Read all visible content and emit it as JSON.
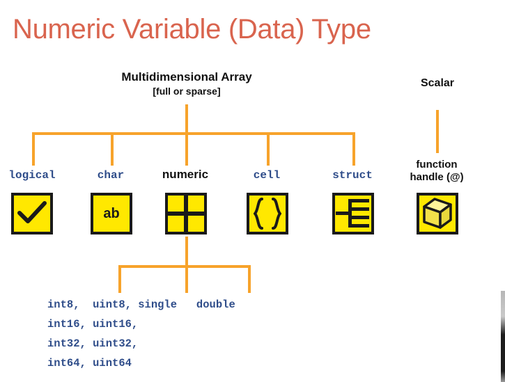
{
  "title": "Numeric Variable (Data) Type",
  "colors": {
    "title": "#d9644e",
    "connector": "#f7a32b",
    "icon_fill": "#ffe800",
    "icon_stroke": "#1a1a1a",
    "code_text": "#2f4d8a",
    "heading_text": "#111111"
  },
  "root": {
    "title": "Multidimensional Array",
    "subtitle": "[full or sparse]"
  },
  "scalar": {
    "title": "Scalar"
  },
  "types": [
    {
      "label": "logical",
      "icon": "checkmark-icon",
      "style": "code"
    },
    {
      "label": "char",
      "icon": "ab-text-icon",
      "style": "code"
    },
    {
      "label": "numeric",
      "icon": "matrix-grid-icon",
      "style": "emphasis"
    },
    {
      "label": "cell",
      "icon": "curly-braces-icon",
      "style": "code"
    },
    {
      "label": "struct",
      "icon": "struct-tree-icon",
      "style": "code"
    }
  ],
  "function_handle": {
    "line1": "function",
    "line2": "handle (@)",
    "icon": "cube-icon"
  },
  "numeric_types": {
    "columns": [
      "int8,",
      "uint8,",
      "single",
      "double"
    ],
    "rows": [
      [
        "int8,",
        "uint8,",
        "single",
        "double"
      ],
      [
        "int16,",
        "uint16,",
        "",
        ""
      ],
      [
        "int32,",
        "uint32,",
        "",
        ""
      ],
      [
        "int64,",
        "uint64",
        "",
        ""
      ]
    ],
    "line1": "int8,  uint8, single   double",
    "line2": "int16, uint16,",
    "line3": "int32, uint32,",
    "line4": "int64, uint64"
  }
}
